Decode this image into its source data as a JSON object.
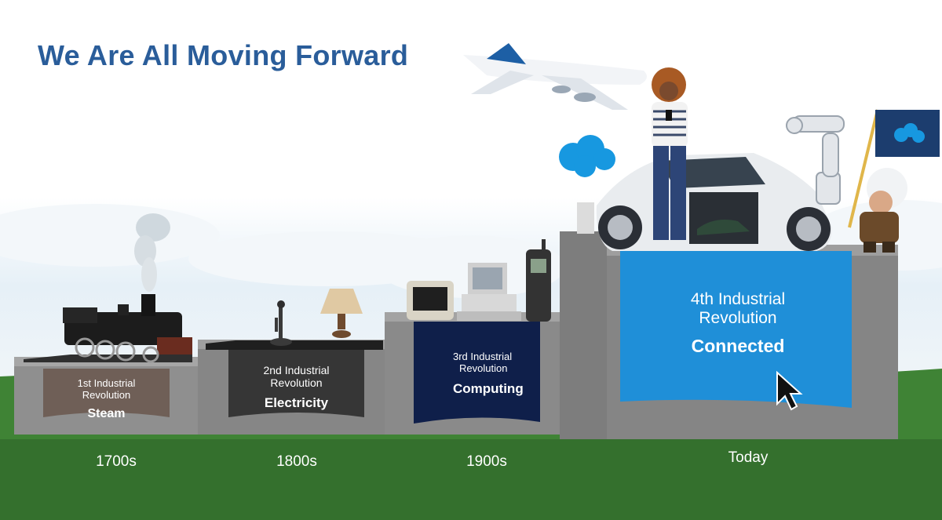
{
  "slide": {
    "title": "We Are All Moving Forward"
  },
  "steps": [
    {
      "line1": "1st Industrial",
      "line2": "Revolution",
      "name": "Steam",
      "era": "1700s",
      "banner_color": "#6f5f57"
    },
    {
      "line1": "2nd Industrial",
      "line2": "Revolution",
      "name": "Electricity",
      "era": "1800s",
      "banner_color": "#3a3a3a"
    },
    {
      "line1": "3rd Industrial",
      "line2": "Revolution",
      "name": "Computing",
      "era": "1900s",
      "banner_color": "#0f1f4a"
    },
    {
      "line1": "4th Industrial",
      "line2": "Revolution",
      "name": "Connected",
      "era": "Today",
      "banner_color": "#1d8fd8"
    }
  ],
  "colors": {
    "title": "#2a5d9a",
    "grass": "#3a7a32",
    "stone": "#8e8e8e",
    "salesforce_blue": "#1798e0"
  },
  "icons": [
    "steam-train-icon",
    "candlestick-phone-icon",
    "table-lamp-icon",
    "desktop-computer-icon",
    "mobile-phone-icon",
    "airplane-icon",
    "woman-with-phone-icon",
    "sports-car-icon",
    "sneaker-icon",
    "robot-arm-icon",
    "mascot-with-flag-icon",
    "cloud-logo-icon",
    "mouse-cursor-icon"
  ]
}
